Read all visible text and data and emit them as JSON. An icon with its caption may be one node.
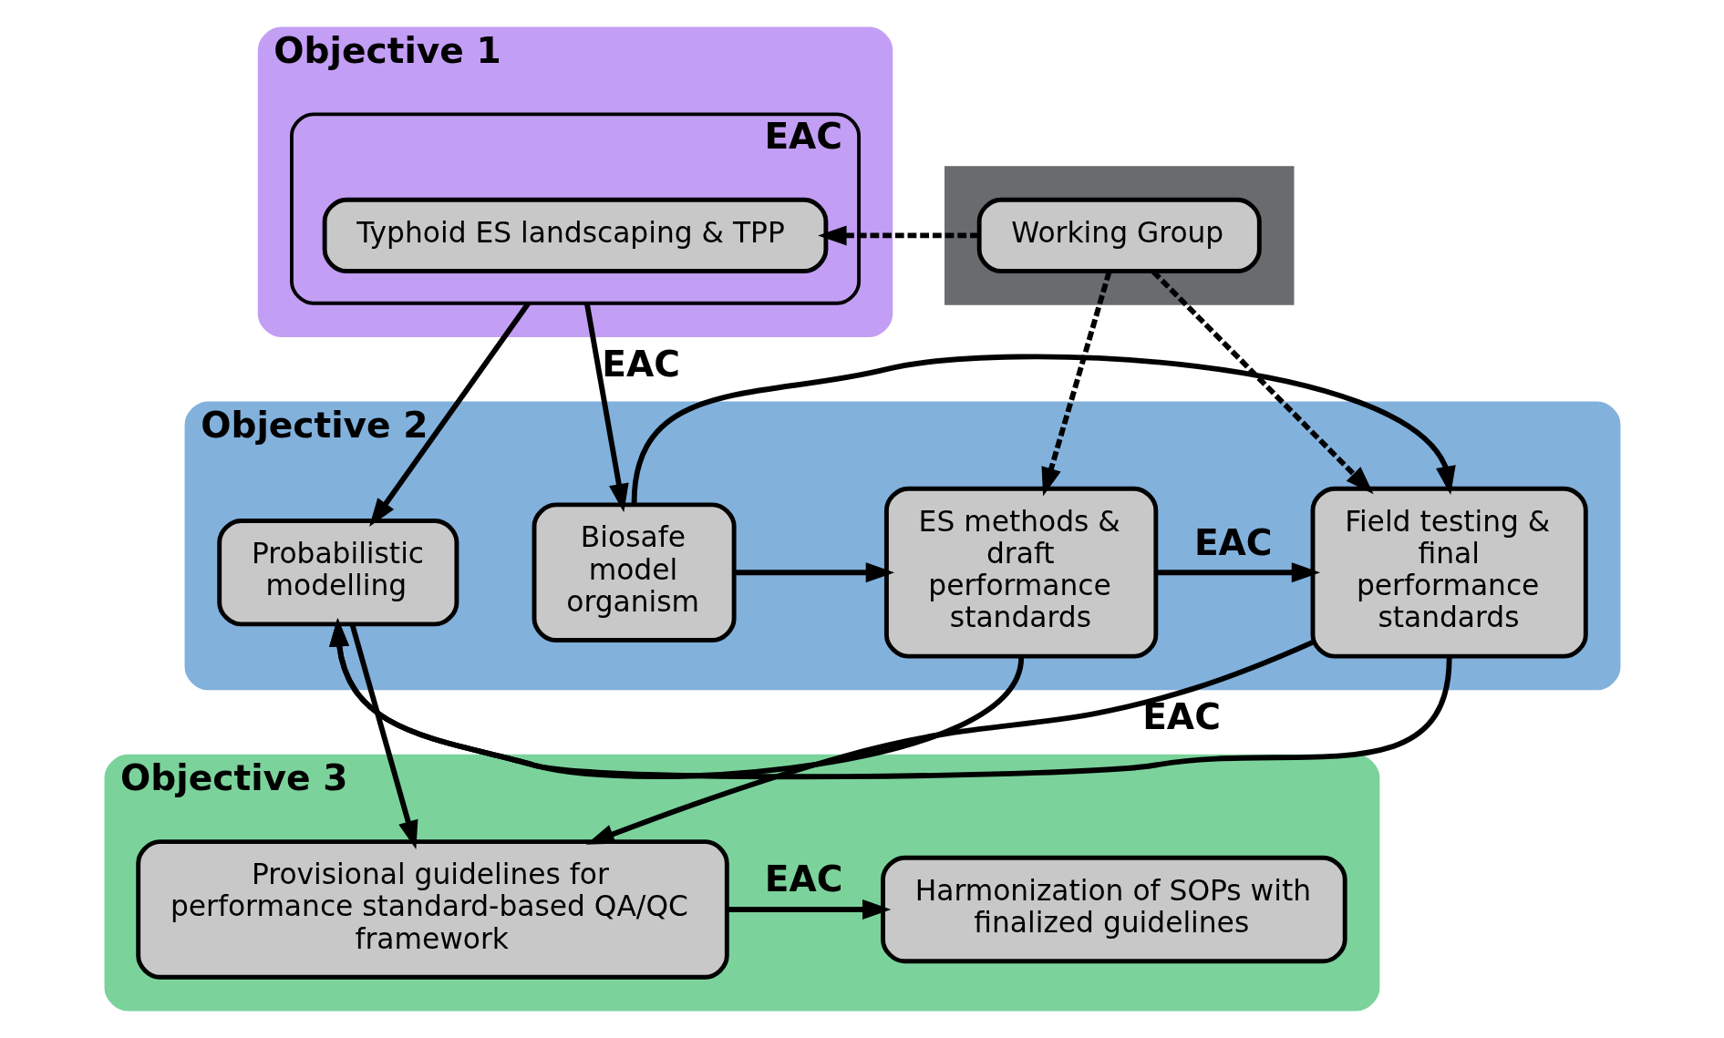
{
  "diagram": {
    "nodes": [
      {
        "text": [
          "Objective 1"
        ]
      },
      {
        "text": [
          "EAC"
        ],
        "in": 0
      },
      {
        "text": [
          "Typhoid ES landscaping & TPP"
        ],
        "in": 1
      },
      {
        "text": [],
        "shape": "box"
      },
      {
        "text": [
          "Working Group"
        ],
        "in": 3
      },
      {
        "text": [
          "Objective 2"
        ]
      },
      {
        "text": [
          "Probabilistic modelling"
        ],
        "in": 5
      },
      {
        "text": [
          "Biosafe model organism"
        ],
        "in": 5
      },
      {
        "text": [
          "ES methods & draft performance standards"
        ],
        "in": 5
      },
      {
        "text": [
          "Field testing & final performance standards"
        ],
        "in": 5
      },
      {
        "text": [
          "Objective 3"
        ]
      },
      {
        "text": [
          "Provisional guidelines for performance standard-based QA/QC framework"
        ],
        "in": 10
      },
      {
        "text": [
          "Harmonization of SOPs with finalized guidelines"
        ],
        "in": 10
      }
    ],
    "edges": [
      {
        "from": 4,
        "to": 2,
        "arrow": "to",
        "style": "dashed"
      },
      {
        "from": 1,
        "to": 6,
        "arrow": "to"
      },
      {
        "from": 1,
        "to": 7,
        "arrow": "to",
        "label": "EAC"
      },
      {
        "from": 4,
        "to": 8,
        "arrow": "to",
        "style": "dashed"
      },
      {
        "from": 4,
        "to": 9,
        "arrow": "to",
        "style": "dashed"
      },
      {
        "from": 7,
        "to": 9,
        "arrow": "to"
      },
      {
        "from": 7,
        "to": 8,
        "arrow": "to"
      },
      {
        "from": 8,
        "to": 9,
        "arrow": "to",
        "label": "EAC"
      },
      {
        "from": 8,
        "to": 6,
        "arrow": "to"
      },
      {
        "from": 9,
        "to": 6,
        "arrow": "to"
      },
      {
        "from": 6,
        "to": 11,
        "arrow": "to"
      },
      {
        "from": 9,
        "to": 11,
        "arrow": "to",
        "label": "EAC"
      },
      {
        "from": 11,
        "to": 12,
        "arrow": "to",
        "label": "EAC"
      }
    ]
  }
}
